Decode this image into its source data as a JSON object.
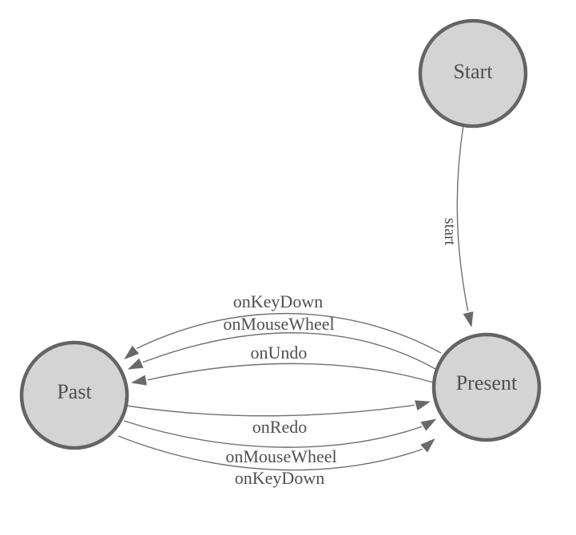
{
  "diagram": {
    "type": "state-diagram",
    "background_color": "#ffffff",
    "colors": {
      "node_fill": "#d4d4d4",
      "node_stroke": "#646464",
      "edge": "#717171",
      "arrow_fill": "#696969",
      "arrow_outline": "#ffffff",
      "text": "#4f4f4f"
    },
    "nodes": [
      {
        "id": "start",
        "label": "Start"
      },
      {
        "id": "present",
        "label": "Present"
      },
      {
        "id": "past",
        "label": "Past"
      }
    ],
    "edges": [
      {
        "from": "start",
        "to": "present",
        "label": "start"
      },
      {
        "from": "present",
        "to": "past",
        "label": "onKeyDown"
      },
      {
        "from": "present",
        "to": "past",
        "label": "onMouseWheel"
      },
      {
        "from": "present",
        "to": "past",
        "label": "onUndo"
      },
      {
        "from": "past",
        "to": "present",
        "label": "onRedo"
      },
      {
        "from": "past",
        "to": "present",
        "label": "onMouseWheel"
      },
      {
        "from": "past",
        "to": "present",
        "label": "onKeyDown"
      }
    ]
  }
}
